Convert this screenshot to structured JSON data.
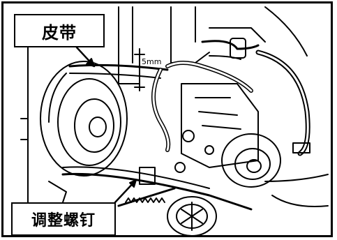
{
  "labels": {
    "belt": "皮带",
    "adjusting_screw": "调整螺钉",
    "measure": "5mm"
  },
  "icons": {
    "drawing": "engine-belt-drive-line-drawing-icon"
  },
  "colors": {
    "ink": "#000000",
    "paper": "#ffffff"
  }
}
